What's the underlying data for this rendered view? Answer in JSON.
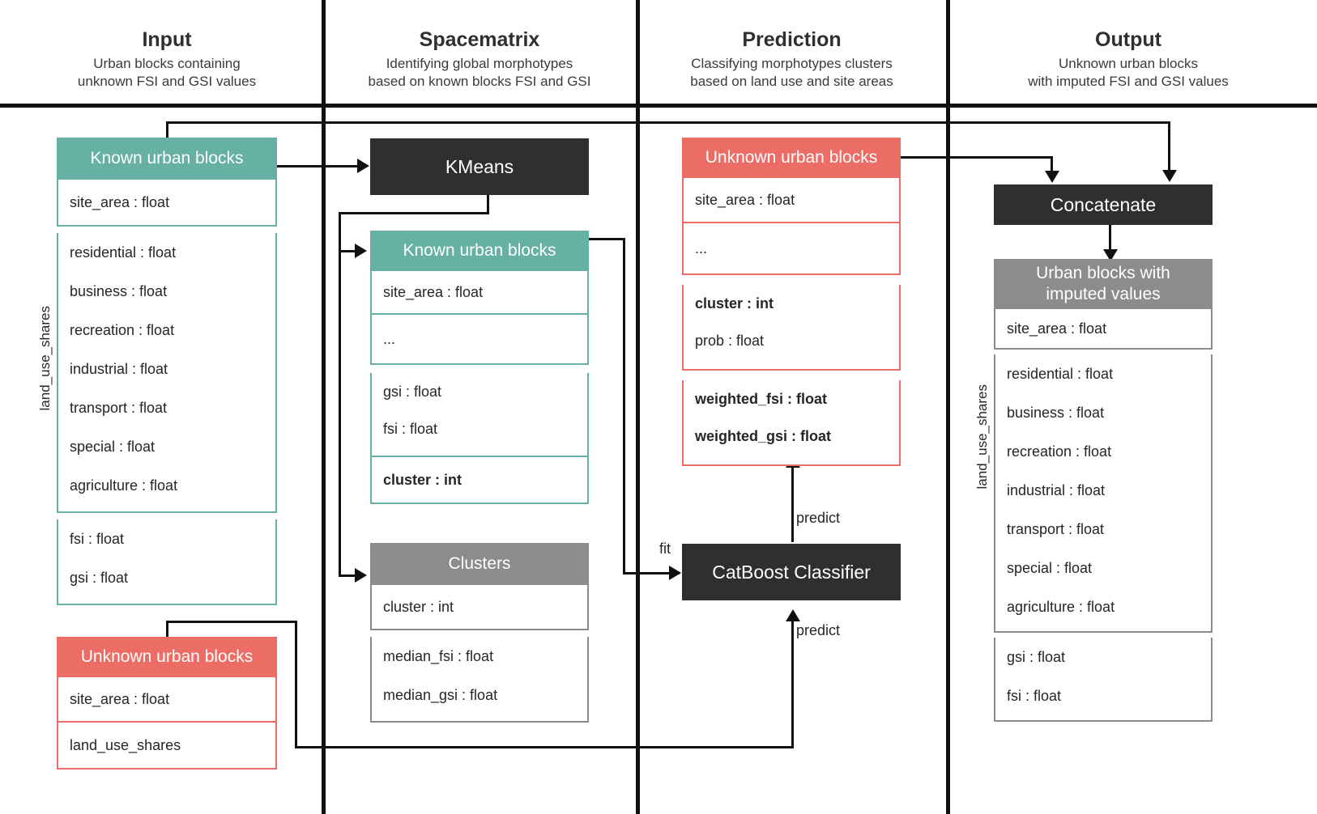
{
  "columns": [
    {
      "title": "Input",
      "subtitle": "Urban blocks containing\nunknown FSI and GSI values"
    },
    {
      "title": "Spacematrix",
      "subtitle": "Identifying global morphotypes\nbased on known blocks FSI and GSI"
    },
    {
      "title": "Prediction",
      "subtitle": "Classifying morphotypes clusters\nbased on land use and site areas"
    },
    {
      "title": "Output",
      "subtitle": "Unknown urban blocks\nwith imputed FSI and GSI values"
    }
  ],
  "input": {
    "known_table": {
      "header": "Known urban blocks",
      "group1": [
        "site_area : float"
      ],
      "group2": [
        "residential : float",
        "business : float",
        "recreation : float",
        "industrial : float",
        "transport : float",
        "special : float",
        "agriculture : float"
      ],
      "group3": [
        "fsi : float",
        "gsi : float"
      ],
      "side_label": "land_use_shares"
    },
    "unknown_table": {
      "header": "Unknown urban blocks",
      "group1": [
        "site_area : float"
      ],
      "group2": [
        "land_use_shares"
      ]
    }
  },
  "spacematrix": {
    "kmeans": "KMeans",
    "known_table": {
      "header": "Known urban blocks",
      "group1": [
        "site_area : float"
      ],
      "group2": [
        "..."
      ],
      "group3": [
        "gsi : float",
        "fsi : float"
      ],
      "group4": [
        "cluster : int"
      ]
    },
    "clusters_table": {
      "header": "Clusters",
      "group1": [
        "cluster : int"
      ],
      "group2": [
        "median_fsi : float",
        "median_gsi : float"
      ]
    }
  },
  "prediction": {
    "unknown_table": {
      "header": "Unknown urban blocks",
      "group1": [
        "site_area : float"
      ],
      "group2": [
        "..."
      ],
      "group3": [
        "cluster : int",
        "prob : float"
      ],
      "group4": [
        "weighted_fsi : float",
        "weighted_gsi : float"
      ]
    },
    "classifier": "CatBoost Classifier",
    "edge_fit": "fit",
    "edge_predict_top": "predict",
    "edge_predict_bottom": "predict"
  },
  "output": {
    "concatenate": "Concatenate",
    "imputed_table": {
      "header": "Urban blocks with imputed values",
      "group1": [
        "site_area : float"
      ],
      "group2": [
        "residential : float",
        "business : float",
        "recreation : float",
        "industrial : float",
        "transport : float",
        "special : float",
        "agriculture : float"
      ],
      "group3": [
        "gsi : float",
        "fsi : float"
      ],
      "side_label": "land_use_shares"
    }
  },
  "colors": {
    "teal": "#67b0a4",
    "red": "#ec6d65",
    "gray": "#8c8c8c",
    "dark": "#2f2f2f",
    "line": "#111111"
  }
}
